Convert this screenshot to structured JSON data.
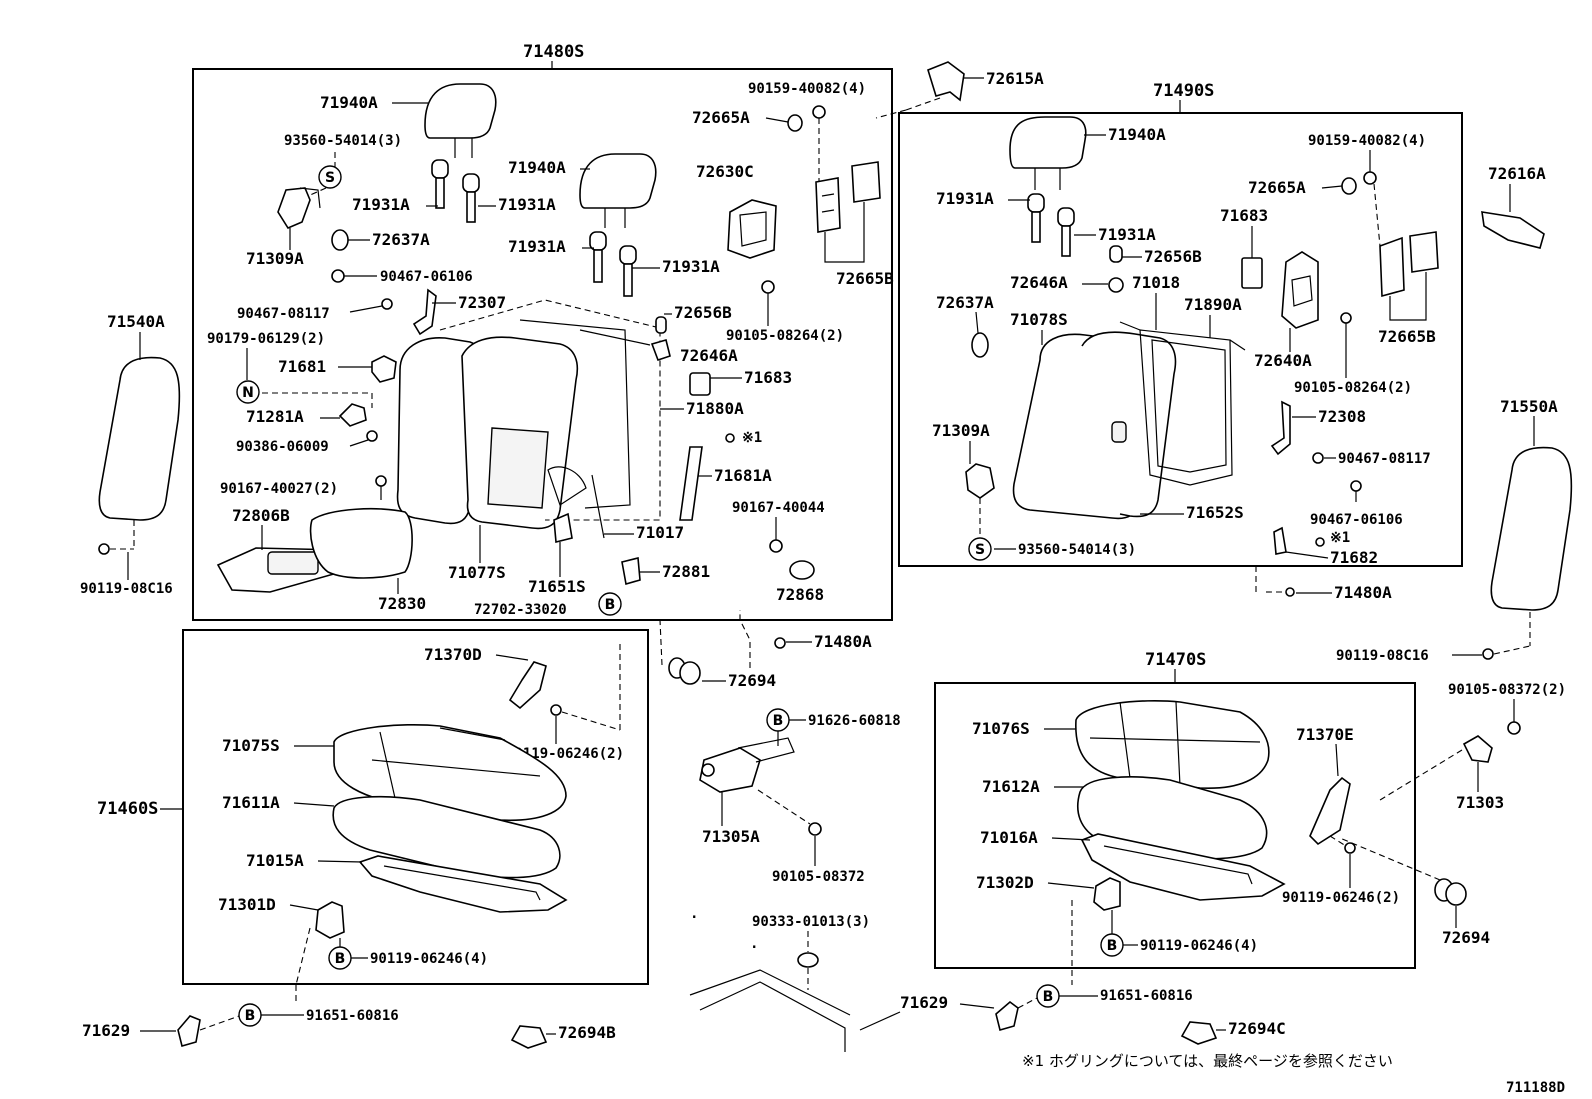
{
  "assemblies": {
    "rear_seat_back_left": "71480S",
    "rear_seat_back_right": "71490S",
    "rear_seat_cushion_left": "71460S",
    "rear_seat_cushion_right": "71470S"
  },
  "parts_left_back": {
    "headrest_a": "71940A",
    "headrest_b": "71940A",
    "bolt_93560": "93560-54014(3)",
    "support_1": "71931A",
    "support_2": "71931A",
    "support_3": "71931A",
    "support_4": "71931A",
    "lock_71309a": "71309A",
    "part_72637a": "72637A",
    "bolt_90467_06106": "90467-06106",
    "bolt_90467_08117": "90467-08117",
    "part_72307": "72307",
    "bolt_90179": "90179-06129(2)",
    "part_71681": "71681",
    "part_71281a": "71281A",
    "bolt_90386": "90386-06009",
    "bolt_90167_40027": "90167-40027(2)",
    "part_72806b": "72806B",
    "armrest_72830": "72830",
    "cover_71077s": "71077S",
    "pad_71651s": "71651S",
    "part_72702": "72702-33020",
    "frame_71017": "71017",
    "part_72881": "72881",
    "part_71681a": "71681A",
    "part_71880a": "71880A",
    "part_71683": "71683",
    "part_72646a": "72646A",
    "part_72656b": "72656B",
    "bolt_90159": "90159-40082(4)",
    "part_72665a": "72665A",
    "part_72630c": "72630C",
    "part_72665b": "72665B",
    "bolt_90105_08264": "90105-08264(2)",
    "bolt_90167_40044": "90167-40044",
    "part_72868": "72868",
    "mark_1": "※1"
  },
  "parts_right_back": {
    "headrest": "71940A",
    "support_1": "71931A",
    "support_2": "71931A",
    "part_72656b": "72656B",
    "part_72646a": "72646A",
    "frame_71018": "71018",
    "part_72637a": "72637A",
    "cover_71078s": "71078S",
    "part_71890a": "71890A",
    "part_71683": "71683",
    "part_72665a": "72665A",
    "bolt_90159": "90159-40082(4)",
    "part_72640a": "72640A",
    "part_72665b": "72665B",
    "bolt_90105_08264": "90105-08264(2)",
    "part_72308": "72308",
    "bolt_90467_08117": "90467-08117",
    "bolt_90467_06106": "90467-06106",
    "lock_71309a": "71309A",
    "pad_71652s": "71652S",
    "bolt_93560": "93560-54014(3)",
    "mark_1": "※1",
    "part_71682": "71682"
  },
  "parts_outer": {
    "part_72615a": "72615A",
    "part_72616a": "72616A",
    "side_71540a": "71540A",
    "side_71550a": "71550A",
    "bolt_left_90119": "90119-08C16",
    "bolt_right_90119": "90119-08C16",
    "part_71480a_1": "71480A",
    "part_71480a_2": "71480A",
    "part_72694_1": "72694",
    "part_72694_2": "72694",
    "part_91626": "91626-60818",
    "part_71305a": "71305A",
    "bolt_90105_08372": "90105-08372",
    "bolt_90105_08372_2": "90105-08372(2)",
    "part_71303": "71303",
    "bolt_90333": "90333-01013(3)",
    "part_71629_l": "71629",
    "part_71629_r": "71629",
    "bolt_91651_l": "91651-60816",
    "bolt_91651_r": "91651-60816",
    "part_72694b": "72694B",
    "part_72694c": "72694C"
  },
  "parts_left_cushion": {
    "part_71370d": "71370D",
    "bolt_90119_06246_2": "90119-06246(2)",
    "cover_71075s": "71075S",
    "pad_71611a": "71611A",
    "frame_71015a": "71015A",
    "part_71301d": "71301D",
    "bolt_90119_06246_4": "90119-06246(4)"
  },
  "parts_right_cushion": {
    "cover_71076s": "71076S",
    "part_71370e": "71370E",
    "pad_71612a": "71612A",
    "frame_71016a": "71016A",
    "part_71302d": "71302D",
    "bolt_90119_06246_2": "90119-06246(2)",
    "bolt_90119_06246_4": "90119-06246(4)"
  },
  "circle_marks": {
    "s": "S",
    "n": "N",
    "b": "B"
  },
  "footnote": "※1 ホグリングについては、最終ページを参照ください",
  "figure_id": "711188D"
}
